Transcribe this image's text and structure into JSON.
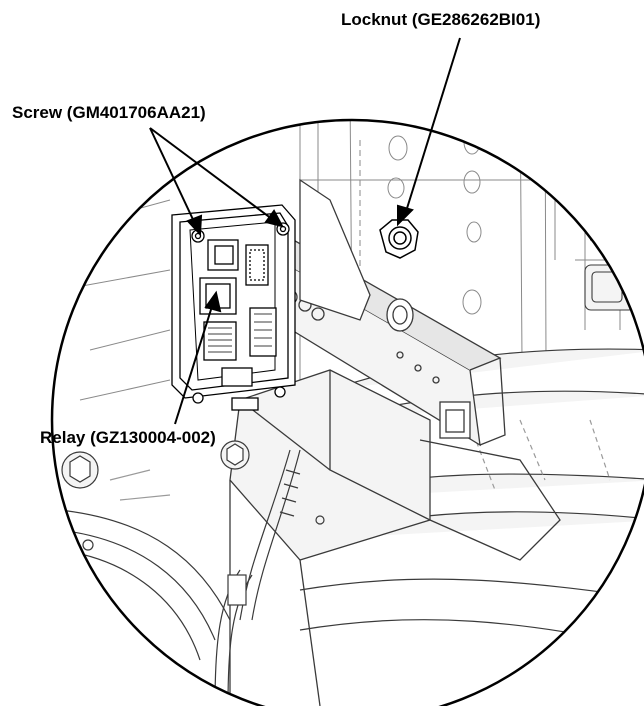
{
  "callouts": {
    "locknut": "Locknut (GE286262BI01)",
    "screw": "Screw (GM401706AA21)",
    "relay": "Relay (GZ130004-002)"
  },
  "colors": {
    "ink": "#000000",
    "line": "#3a3a3a",
    "faint": "#9a9a9a",
    "fill_light": "#f4f4f4",
    "fill_mid": "#e6e6e6"
  }
}
